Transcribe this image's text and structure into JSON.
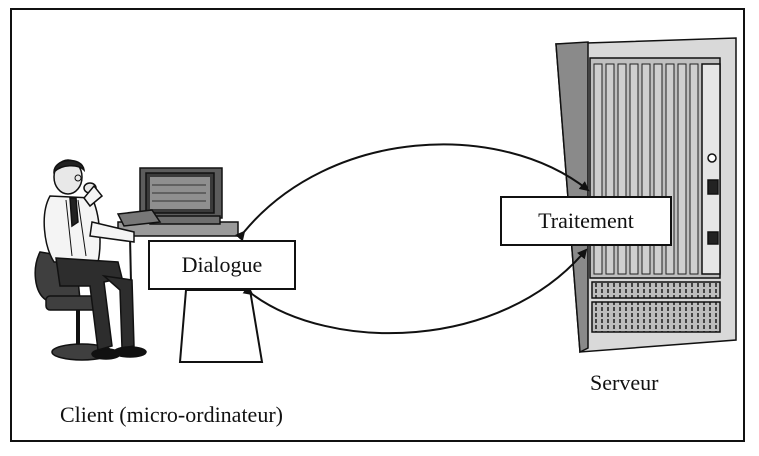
{
  "diagram": {
    "client_box_label": "Dialogue",
    "server_box_label": "Traitement",
    "client_caption": "Client (micro-ordinateur)",
    "server_caption": "Serveur"
  },
  "figures": {
    "client_illustration": "person-at-computer-icon",
    "server_illustration": "server-rack-icon"
  },
  "colors": {
    "line": "#111111",
    "background": "#ffffff",
    "rack_light": "#c8c8c8",
    "rack_dark": "#4a4a4a"
  }
}
